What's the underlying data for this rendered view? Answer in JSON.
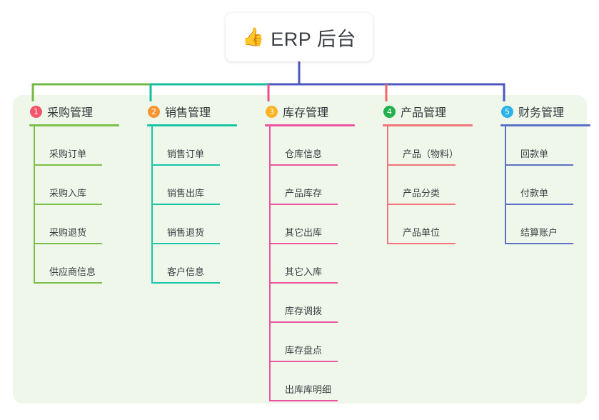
{
  "root": {
    "icon": "thumbs-up-icon",
    "emoji": "👍",
    "title": "ERP 后台"
  },
  "colors": {
    "panel_bg": "#eef7ea",
    "canvas_bg": "#ffffff",
    "wire_green": "#72b843",
    "wire_teal": "#14bfa0",
    "wire_blue": "#4e57c0",
    "wire_pink": "#ed4d93",
    "wire_red": "#f4636a",
    "text": "#34383d"
  },
  "columns": [
    {
      "number": "1",
      "title": "采购管理",
      "badge_color": "#f4556b",
      "line_color": "#7cc04a",
      "stub_color": "#72b843",
      "items": [
        "采购订单",
        "采购入库",
        "采购退货",
        "供应商信息"
      ]
    },
    {
      "number": "2",
      "title": "销售管理",
      "badge_color": "#f79533",
      "line_color": "#19c5a6",
      "stub_color": "#14bfa0",
      "items": [
        "销售订单",
        "销售出库",
        "销售退货",
        "客户信息"
      ]
    },
    {
      "number": "3",
      "title": "库存管理",
      "badge_color": "#fbb324",
      "line_color": "#ee54a0",
      "stub_color": "#ed4d93",
      "items": [
        "仓库信息",
        "产品库存",
        "其它出库",
        "其它入库",
        "库存调拨",
        "库存盘点",
        "出库库明细"
      ]
    },
    {
      "number": "4",
      "title": "产品管理",
      "badge_color": "#22b14c",
      "line_color": "#f4747a",
      "stub_color": "#f4636a",
      "items": [
        "产品（物料）",
        "产品分类",
        "产品单位"
      ]
    },
    {
      "number": "5",
      "title": "财务管理",
      "badge_color": "#2bb3e8",
      "line_color": "#5b70c8",
      "stub_color": "#4e57c0",
      "items": [
        "回款单",
        "付款单",
        "结算账户"
      ]
    }
  ]
}
